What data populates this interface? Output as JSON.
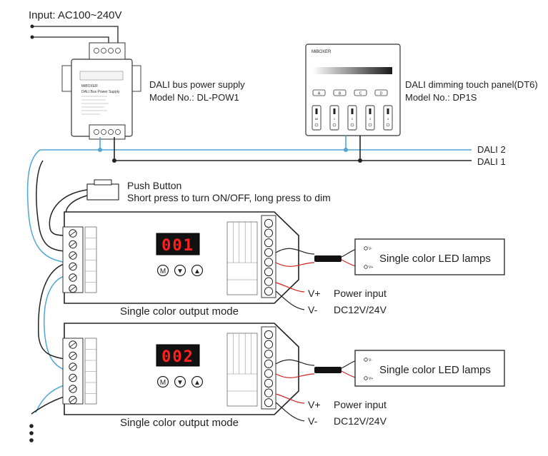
{
  "input_label": "Input: AC100~240V",
  "power_supply": {
    "name": "DALI bus power supply",
    "model": "Model No.: DL-POW1",
    "brand": "MiBOXER",
    "title": "DALI Bus Power Supply"
  },
  "touch_panel": {
    "name": "DALI dimming touch panel(DT6)",
    "model": "Model No.: DP1S",
    "brand": "MiBOXER",
    "buttons": [
      "A",
      "B",
      "C",
      "D"
    ],
    "zones": [
      "All",
      "1",
      "2",
      "3",
      "4"
    ]
  },
  "bus_lines": [
    "DALI 2",
    "DALI 1"
  ],
  "push_button": {
    "title": "Push Button",
    "description": "Short press to turn ON/OFF, long press to dim"
  },
  "controllers": [
    {
      "display": "001",
      "mode": "Single color output mode",
      "buttons": [
        "M",
        "▼",
        "▲"
      ]
    },
    {
      "display": "002",
      "mode": "Single color output mode",
      "buttons": [
        "M",
        "▼",
        "▲"
      ]
    }
  ],
  "lamps_label": "Single color LED lamps",
  "lamp_pins": [
    "V-",
    "V+"
  ],
  "power": {
    "vplus": "V+",
    "vminus": "V-",
    "label": "Power input",
    "voltage": "DC12V/24V"
  },
  "colors": {
    "dali_line": "#4da6d6",
    "red_wire": "#d42020",
    "segment": "#ff2020"
  }
}
